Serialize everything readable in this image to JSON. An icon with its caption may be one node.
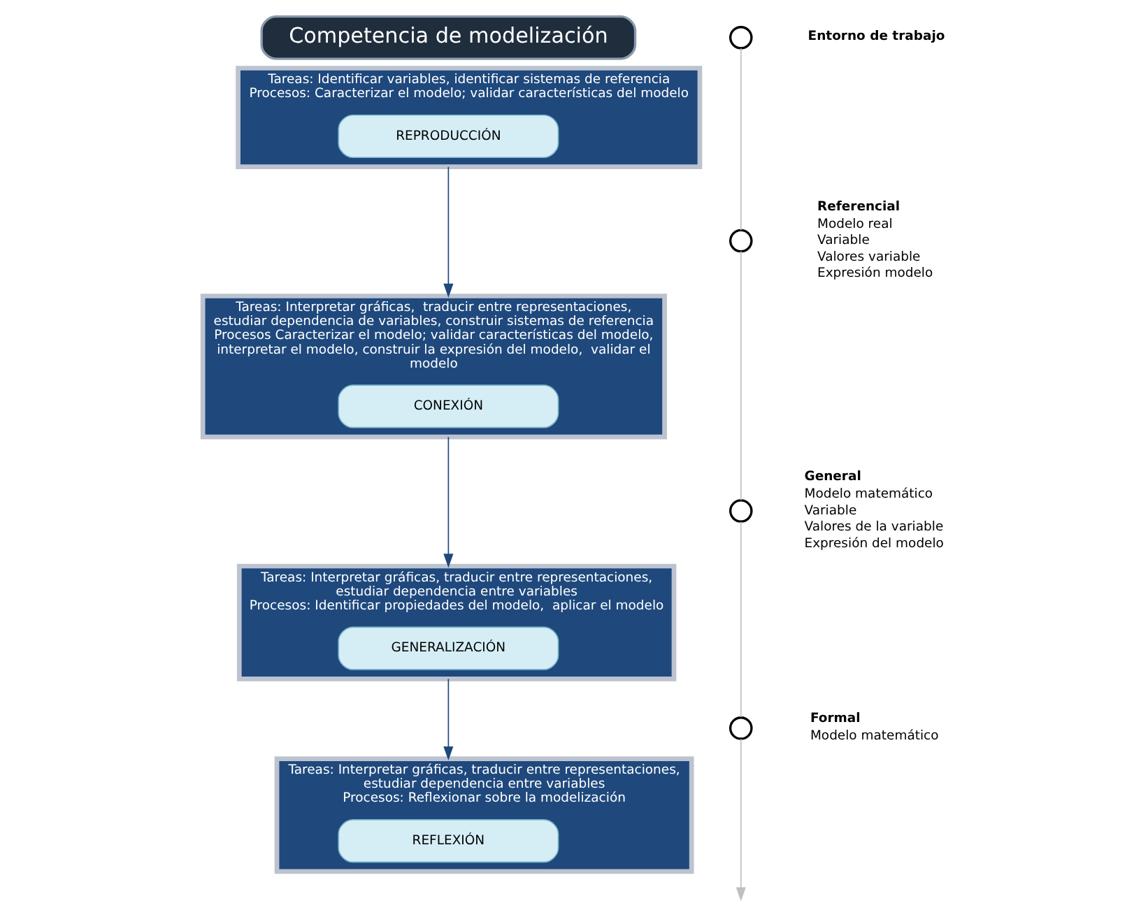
{
  "diagram": {
    "nodes": [
      {
        "text": [
          "Competencia de modelización"
        ]
      },
      {
        "text": [
          "Tareas: Identificar variables, identificar sistemas de referencia",
          "Procesos: Caracterizar el modelo; validar características del modelo"
        ]
      },
      {
        "text": [
          "REPRODUCCIÓN"
        ],
        "in": 1
      },
      {
        "text": [
          "Tareas: Interpretar gráficas,  traducir entre representaciones, estudiar dependencia de variables, construir sistemas de referencia",
          "Procesos Caracterizar el modelo; validar características del modelo, interpretar el modelo, construir la expresión del modelo,  validar el modelo"
        ]
      },
      {
        "text": [
          "CONEXIÓN"
        ],
        "in": 3
      },
      {
        "text": [
          "Tareas: Interpretar gráficas, traducir entre representaciones, estudiar dependencia entre variables",
          "Procesos: Identificar propiedades del modelo,  aplicar el modelo"
        ]
      },
      {
        "text": [
          "GENERALIZACIÓN"
        ],
        "in": 5
      },
      {
        "text": [
          "Tareas: Interpretar gráficas, traducir entre representaciones, estudiar dependencia entre variables",
          "Procesos: Reflexionar sobre la modelización"
        ]
      },
      {
        "text": [
          "REFLEXIÓN"
        ],
        "in": 7
      },
      {
        "text": [],
        "shape": "circle"
      },
      {
        "text": [],
        "shape": "circle"
      },
      {
        "text": [],
        "shape": "circle"
      },
      {
        "text": [],
        "shape": "circle"
      }
    ],
    "edges": [
      {
        "from": 1,
        "to": 3,
        "arrow": "to",
        "color": "#1f497d"
      },
      {
        "from": 3,
        "to": 5,
        "arrow": "to",
        "color": "#1f497d"
      },
      {
        "from": 5,
        "to": 7,
        "arrow": "to",
        "color": "#1f497d"
      },
      {
        "from": 9,
        "to": 10,
        "arrow": "none",
        "color": "#bfbfbf"
      },
      {
        "from": 10,
        "to": 11,
        "arrow": "none",
        "color": "#bfbfbf"
      },
      {
        "from": 11,
        "to": 12,
        "arrow": "none",
        "color": "#bfbfbf"
      },
      {
        "from": 12,
        "to": null,
        "arrow": "to",
        "color": "#bfbfbf"
      }
    ],
    "labels": [
      "Entorno de trabajo",
      "Referencial",
      "Modelo real",
      "Variable",
      "Valores variable",
      "Expresión modelo",
      "General",
      "Modelo matemático",
      "Variable",
      "Valores de la variable",
      "Expresión del modelo",
      "Formal",
      "Modelo matemático"
    ]
  }
}
